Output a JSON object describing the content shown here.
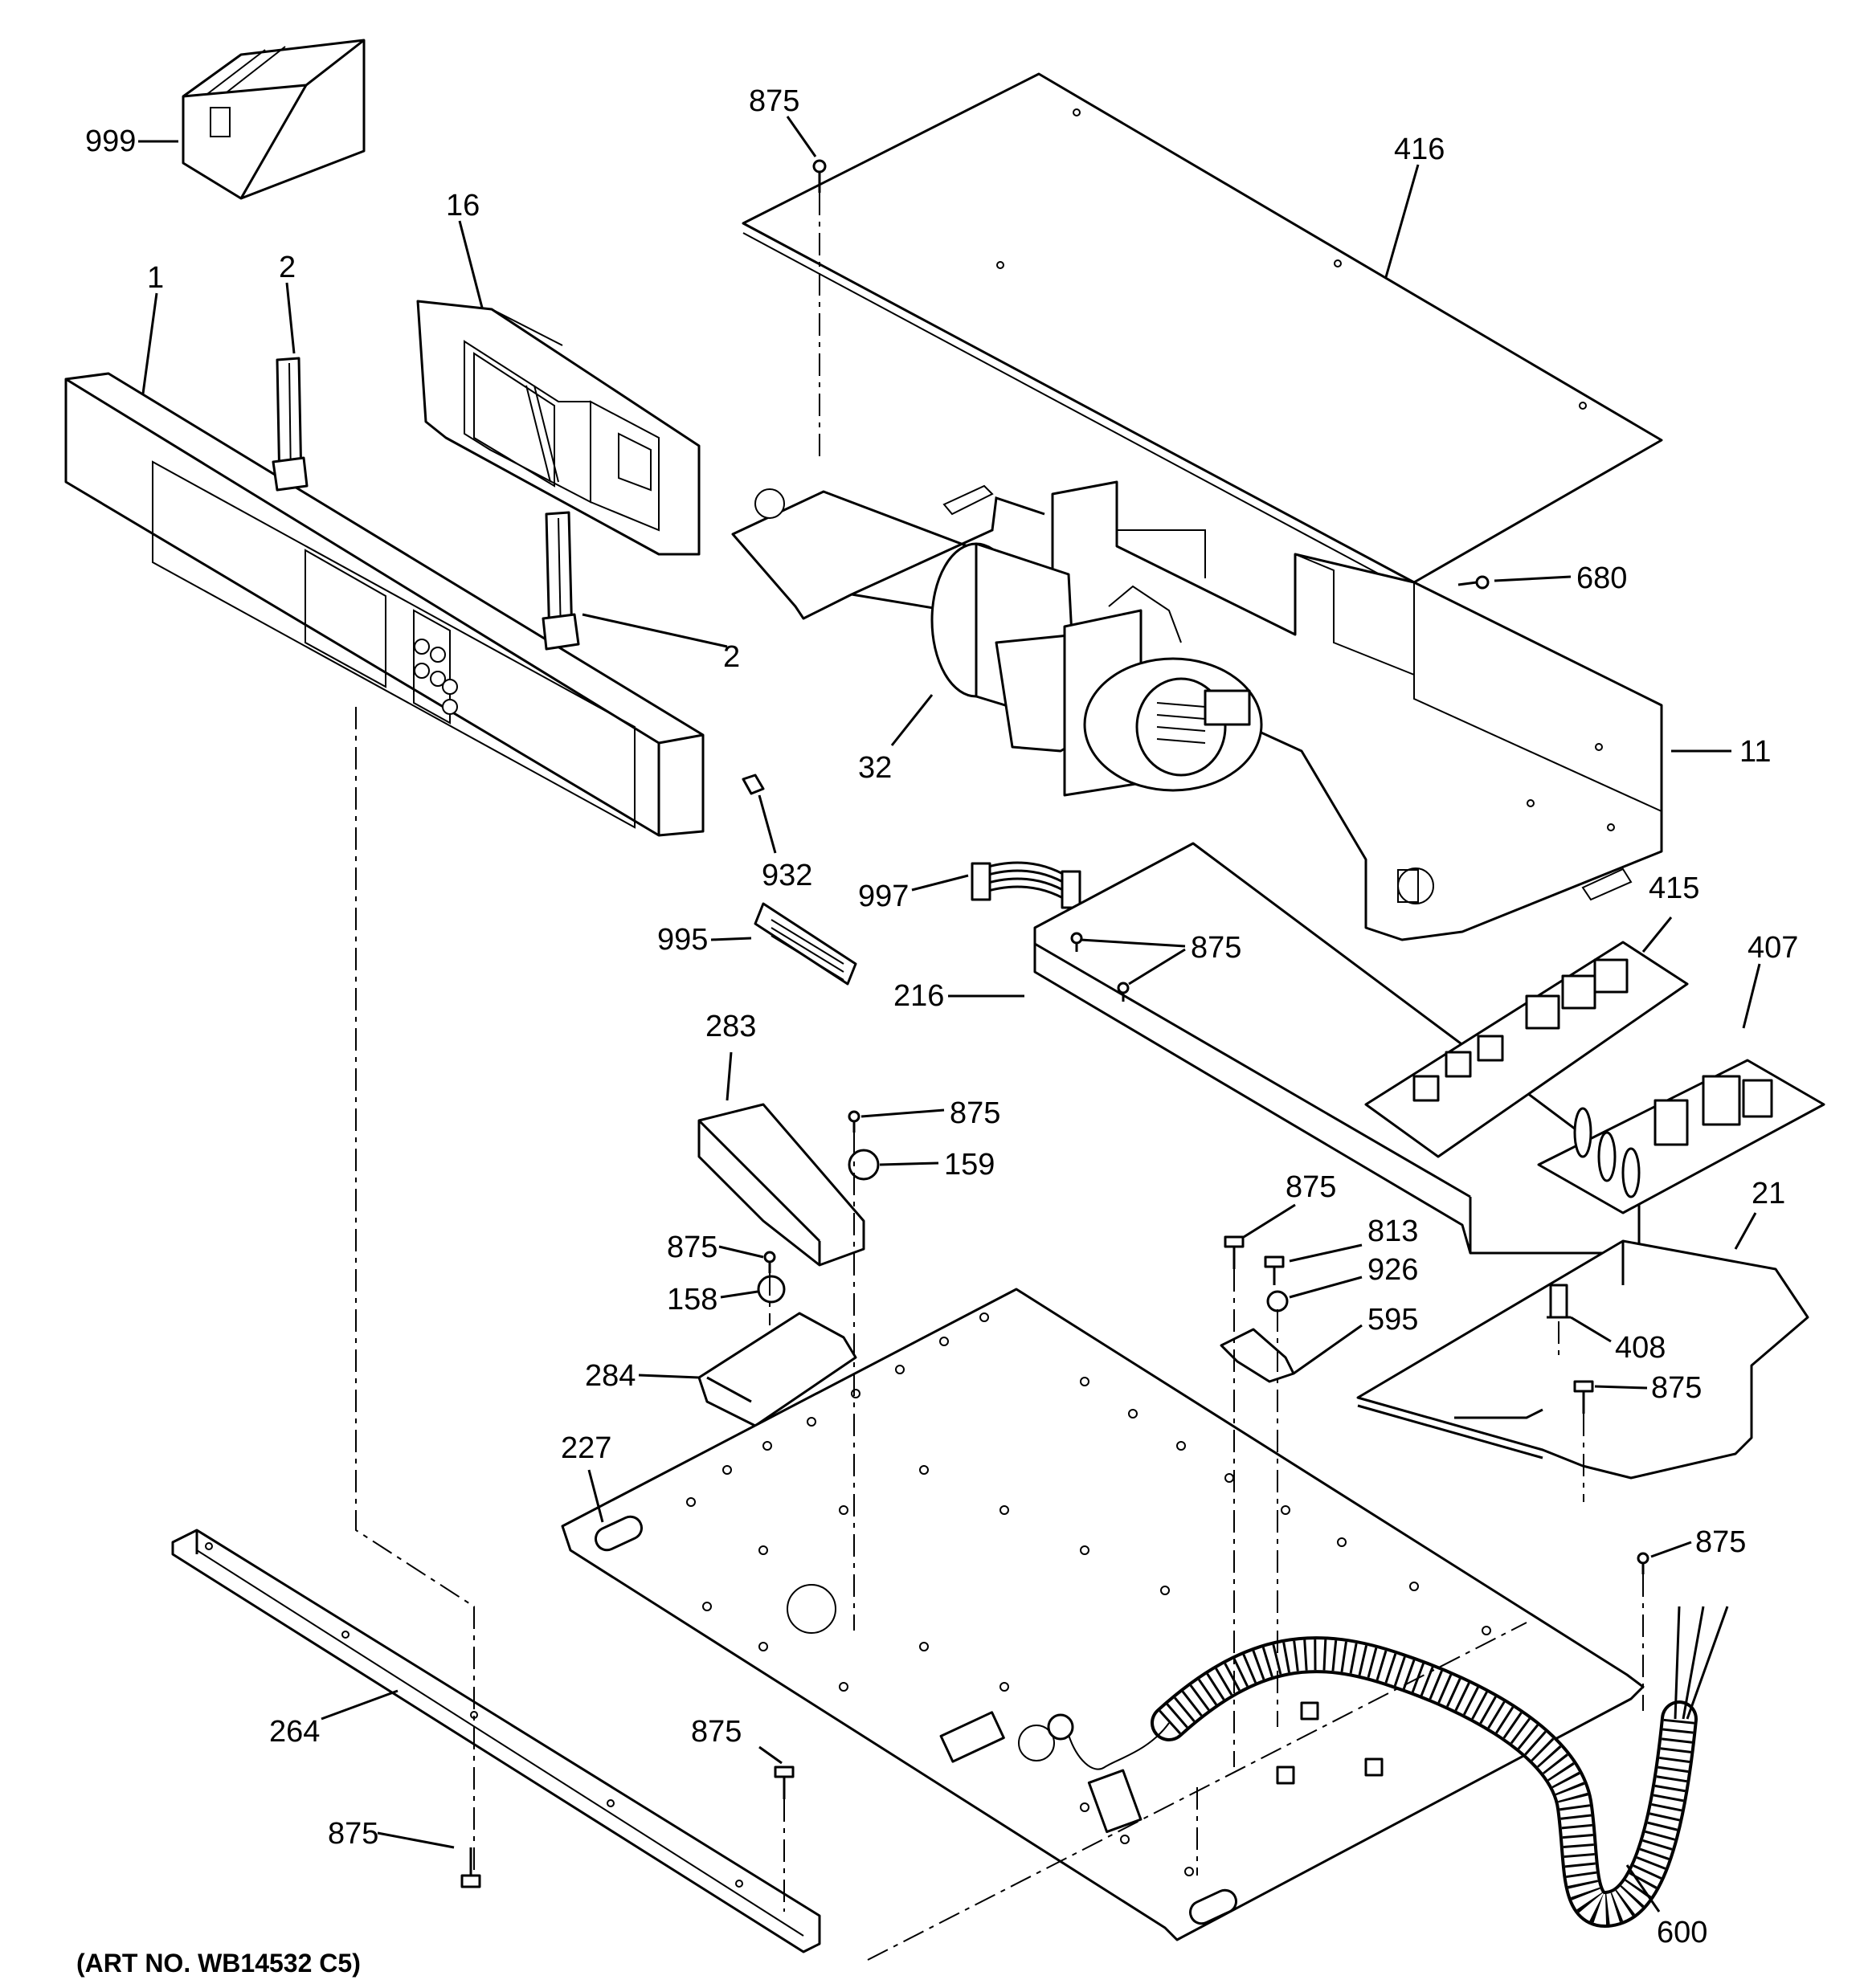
{
  "diagram": {
    "callouts": [
      "999",
      "875",
      "416",
      "16",
      "1",
      "2",
      "2",
      "680",
      "32",
      "11",
      "932",
      "997",
      "995",
      "875",
      "415",
      "407",
      "216",
      "283",
      "875",
      "159",
      "875",
      "813",
      "926",
      "21",
      "875",
      "158",
      "595",
      "408",
      "284",
      "875",
      "227",
      "875",
      "264",
      "875",
      "875",
      "600"
    ],
    "art_number": "(ART NO. WB14532 C5)"
  }
}
